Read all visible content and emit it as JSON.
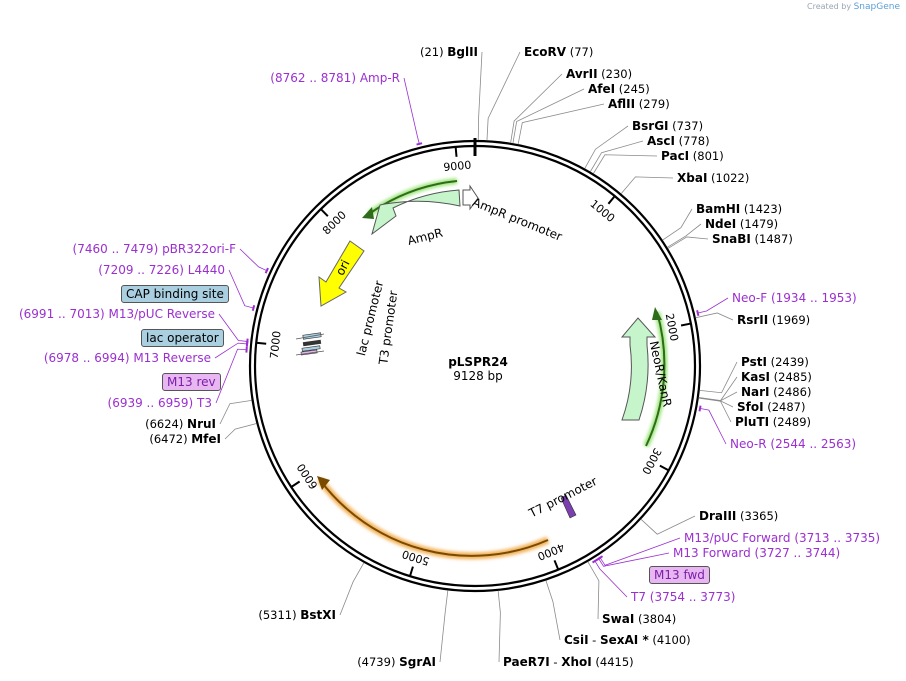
{
  "credit": {
    "text": "Created by",
    "brand": "SnapGene"
  },
  "plasmid": {
    "name": "pLSPR24",
    "size": "9128 bp",
    "length": 9128
  },
  "colors": {
    "backbone": "#000000",
    "primer": "#9b2fd0",
    "leader": "#8a8a8a",
    "resistance": "#c6f5cc",
    "origin": "#ffff00",
    "tag": "#a9cfe0",
    "primer_box": "#e8b6f0",
    "orf_highlight": "#9be67a",
    "orange_orf": "#f3b25a"
  },
  "ticks": [
    "1000",
    "2000",
    "3000",
    "4000",
    "5000",
    "6000",
    "7000",
    "8000",
    "9000"
  ],
  "enzymes": [
    {
      "name": "BglII",
      "pos": "(21)",
      "bp": 21,
      "side": "left"
    },
    {
      "name": "EcoRV",
      "pos": "(77)",
      "bp": 77,
      "side": "right"
    },
    {
      "name": "AvrII",
      "pos": "(230)",
      "bp": 230,
      "side": "right"
    },
    {
      "name": "AfeI",
      "pos": "(245)",
      "bp": 245,
      "side": "right"
    },
    {
      "name": "AflII",
      "pos": "(279)",
      "bp": 279,
      "side": "right"
    },
    {
      "name": "BsrGI",
      "pos": "(737)",
      "bp": 737,
      "side": "right"
    },
    {
      "name": "AscI",
      "pos": "(778)",
      "bp": 778,
      "side": "right"
    },
    {
      "name": "PacI",
      "pos": "(801)",
      "bp": 801,
      "side": "right"
    },
    {
      "name": "XbaI",
      "pos": "(1022)",
      "bp": 1022,
      "side": "right"
    },
    {
      "name": "BamHI",
      "pos": "(1423)",
      "bp": 1423,
      "side": "right"
    },
    {
      "name": "NdeI",
      "pos": "(1479)",
      "bp": 1479,
      "side": "right"
    },
    {
      "name": "SnaBI",
      "pos": "(1487)",
      "bp": 1487,
      "side": "right"
    },
    {
      "name": "RsrII",
      "pos": "(1969)",
      "bp": 1969,
      "side": "right"
    },
    {
      "name": "PstI",
      "pos": "(2439)",
      "bp": 2439,
      "side": "right"
    },
    {
      "name": "KasI",
      "pos": "(2485)",
      "bp": 2485,
      "side": "right"
    },
    {
      "name": "NarI",
      "pos": "(2486)",
      "bp": 2486,
      "side": "right"
    },
    {
      "name": "SfoI",
      "pos": "(2487)",
      "bp": 2487,
      "side": "right"
    },
    {
      "name": "PluTI",
      "pos": "(2489)",
      "bp": 2489,
      "side": "right"
    },
    {
      "name": "DraIII",
      "pos": "(3365)",
      "bp": 3365,
      "side": "right"
    },
    {
      "name": "SwaI",
      "pos": "(3804)",
      "bp": 3804,
      "side": "right"
    },
    {
      "name": "CsiI",
      "extra": "SexAI *",
      "pos": "(4100)",
      "bp": 4100,
      "side": "right"
    },
    {
      "name": "PaeR7I",
      "extra": "XhoI",
      "pos": "(4415)",
      "bp": 4415,
      "side": "right"
    },
    {
      "name": "SgrAI",
      "pos": "(4739)",
      "bp": 4739,
      "side": "left"
    },
    {
      "name": "BstXI",
      "pos": "(5311)",
      "bp": 5311,
      "side": "left"
    },
    {
      "name": "MfeI",
      "pos": "(6472)",
      "bp": 6472,
      "side": "left"
    },
    {
      "name": "NruI",
      "pos": "(6624)",
      "bp": 6624,
      "side": "left"
    }
  ],
  "primers": [
    {
      "name": "Amp-R",
      "pos": "(8762 .. 8781)",
      "bp": 8771,
      "side": "left"
    },
    {
      "name": "pBR322ori-F",
      "pos": "(7460 .. 7479)",
      "bp": 7470,
      "side": "left"
    },
    {
      "name": "L4440",
      "pos": "(7209 .. 7226)",
      "bp": 7218,
      "side": "left"
    },
    {
      "name": "M13/pUC Reverse",
      "pos": "(6991 .. 7013)",
      "bp": 7002,
      "side": "left"
    },
    {
      "name": "M13 Reverse",
      "pos": "(6978 .. 6994)",
      "bp": 6986,
      "side": "left"
    },
    {
      "name": "T3",
      "pos": "(6939 .. 6959)",
      "bp": 6949,
      "side": "left"
    },
    {
      "name": "Neo-F",
      "pos": "(1934 .. 1953)",
      "bp": 1943,
      "side": "right"
    },
    {
      "name": "Neo-R",
      "pos": "(2544 .. 2563)",
      "bp": 2553,
      "side": "right"
    },
    {
      "name": "M13/pUC Forward",
      "pos": "(3713 .. 3735)",
      "bp": 3724,
      "side": "right"
    },
    {
      "name": "M13 Forward",
      "pos": "(3727 .. 3744)",
      "bp": 3735,
      "side": "right"
    },
    {
      "name": "T7",
      "pos": "(3754 .. 3773)",
      "bp": 3763,
      "side": "right"
    }
  ],
  "boxed_labels": {
    "cap_binding_site": "CAP binding site",
    "lac_operator": "lac operator",
    "m13_rev": "M13 rev",
    "m13_fwd": "M13 fwd"
  },
  "features": {
    "ampr": "AmpR",
    "ampr_promoter": "AmpR promoter",
    "ori": "ori",
    "lac_promoter": "lac promoter",
    "t3_promoter": "T3 promoter",
    "neor": "NeoR/KanR",
    "t7_promoter": "T7 promoter"
  }
}
